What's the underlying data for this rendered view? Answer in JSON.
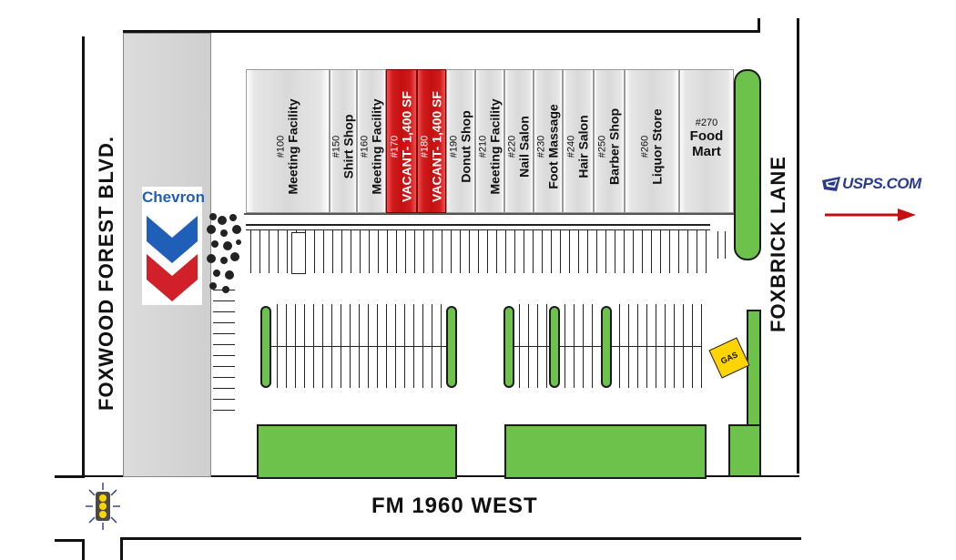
{
  "streets": {
    "west": "FOXWOOD FOREST BLVD.",
    "east": "FOXBRICK LANE",
    "south": "FM 1960 WEST"
  },
  "anchor": {
    "name": "Chevron"
  },
  "gas": {
    "label": "GAS"
  },
  "usps": {
    "label": "USPS.COM"
  },
  "units": [
    {
      "num": "#100",
      "lines": [
        "Meeting Facility"
      ],
      "vacant": false
    },
    {
      "num": "#150",
      "lines": [
        "Shirt Shop"
      ],
      "vacant": false
    },
    {
      "num": "#160",
      "lines": [
        "Meeting Facility"
      ],
      "vacant": false
    },
    {
      "num": "#170",
      "lines": [
        "VACANT- 1,400 SF"
      ],
      "vacant": true
    },
    {
      "num": "#180",
      "lines": [
        "VACANT- 1,400 SF"
      ],
      "vacant": true
    },
    {
      "num": "#190",
      "lines": [
        "Donut Shop"
      ],
      "vacant": false
    },
    {
      "num": "#210",
      "lines": [
        "Meeting Facility"
      ],
      "vacant": false
    },
    {
      "num": "#220",
      "lines": [
        "Nail Salon"
      ],
      "vacant": false
    },
    {
      "num": "#230",
      "lines": [
        "Foot Massage"
      ],
      "vacant": false
    },
    {
      "num": "#240",
      "lines": [
        "Hair Salon"
      ],
      "vacant": false
    },
    {
      "num": "#250",
      "lines": [
        "Barber Shop"
      ],
      "vacant": false
    },
    {
      "num": "#260",
      "lines": [
        "Liquor Store"
      ],
      "vacant": false
    },
    {
      "num": "#270",
      "lines": [
        "Food",
        "Mart"
      ],
      "vacant": false
    }
  ],
  "colors": {
    "landscape": "#6cc24a",
    "vacant": "#c41010",
    "gas": "#ffd400",
    "chevron_blue": "#1f5fb8",
    "chevron_red": "#d2202a",
    "usps_blue": "#2a3b8f"
  }
}
